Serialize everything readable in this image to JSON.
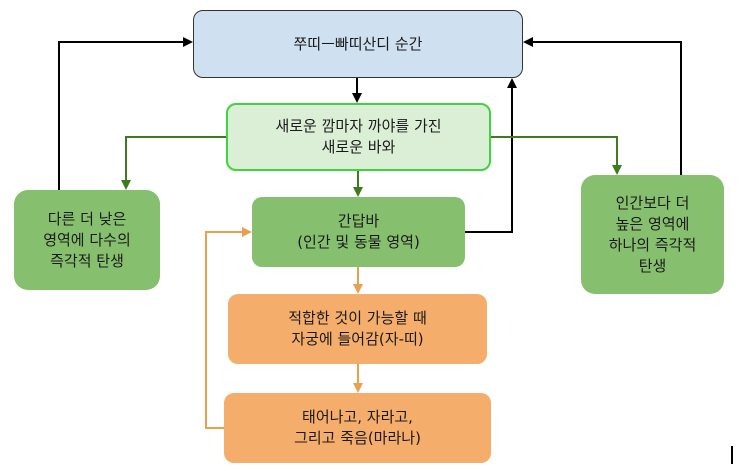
{
  "nodes": {
    "top": [
      "쭈띠ㅡ빠띠산디 순간"
    ],
    "new_being": [
      "새로운 깜마자 까야를 가진",
      "새로운 바와"
    ],
    "lower_realm": [
      "다른 더 낮은",
      "영역에 다수의",
      "즉각적 탄생"
    ],
    "gandhabba": [
      "간답바",
      "(인간 및 동물 영역)"
    ],
    "conception": [
      "적합한 것이 가능할 때",
      "자궁에 들어감(자-띠)"
    ],
    "life": [
      "태어나고, 자라고,",
      "그리고 죽음(마라나)"
    ],
    "higher_realm": [
      "인간보다 더",
      "높은 영역에",
      "하나의 즉각적",
      "탄생"
    ]
  },
  "colors": {
    "black_arrow": "#000000",
    "green_arrow": "#3e7a1e",
    "orange_arrow": "#e8a24f",
    "top_box": "#cfe0f1",
    "new_box": "#dbefd6",
    "new_box_border": "#3dd43d",
    "green_box": "#86c06f",
    "orange_box": "#f5ad6b"
  }
}
